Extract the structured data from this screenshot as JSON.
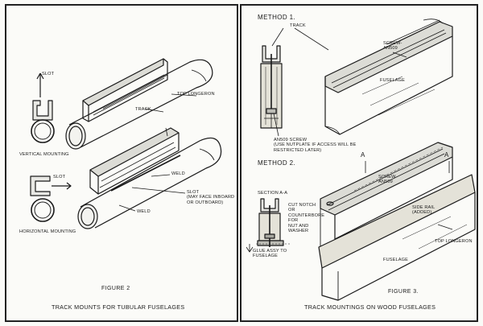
{
  "left": {
    "slot_top": "SLOT",
    "vertical_mounting": "VERTICAL MOUNTING",
    "top_longeron": "TOP LONGERON",
    "track": "TRACK",
    "slot_horizontal": "SLOT",
    "weld_upper": "WELD",
    "slot_note": "SLOT\n(MAY FACE INBOARD\nOR OUTBOARD)",
    "weld_lower": "WELD",
    "horizontal_mounting": "HORIZONTAL MOUNTING",
    "figure": "FIGURE 2",
    "caption": "TRACK MOUNTS FOR TUBULAR FUSELAGES"
  },
  "right": {
    "method1": "METHOD 1.",
    "track": "TRACK",
    "screw_an509_top": "SCREW-\nAN509",
    "fuselage_top": "FUSELAGE",
    "an509_note": "AN509 SCREW\n(USE NUTPLATE IF ACCESS WILL BE\nRESTRICTED LATER)",
    "method2": "METHOD 2.",
    "section_a_left": "A",
    "section_a_right": "A",
    "section_aa": "SECTION A-A",
    "cut_notch": "CUT NOTCH\nOR\nCOUNTERBORE\nFOR\nNUT AND\nWASHER",
    "screw_an509_mid": "SCREW-\nAN509",
    "side_rail": "SIDE RAIL\n(ADDED)",
    "glue_assy": "GLUE ASSY TO\nFUSELAGE",
    "top_longeron": "TOP LONGERON",
    "fuselage_bottom": "FUSELAGE",
    "figure": "FIGURE 3.",
    "caption": "TRACK MOUNTINGS ON WOOD FUSELAGES"
  }
}
